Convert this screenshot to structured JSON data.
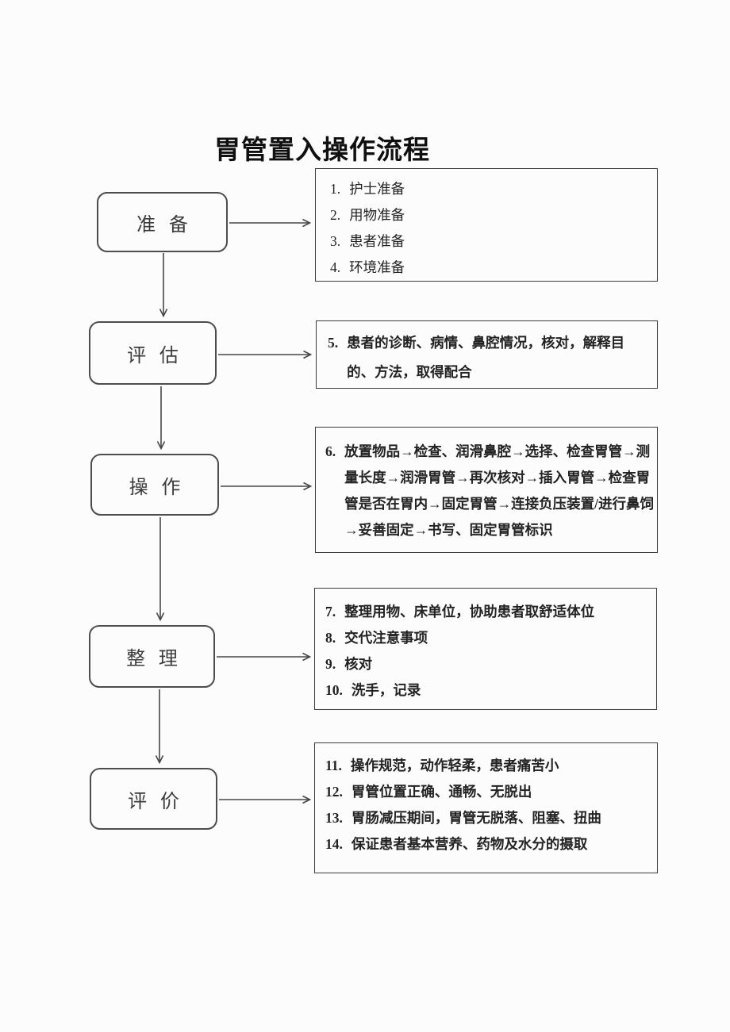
{
  "title": "胃管置入操作流程",
  "colors": {
    "line": "#474747",
    "text": "#232323",
    "paper": "#fcfcfc"
  },
  "flow": {
    "stages": [
      {
        "label": "准备",
        "details": [
          {
            "num": "1.",
            "text": "护士准备"
          },
          {
            "num": "2.",
            "text": "用物准备"
          },
          {
            "num": "3.",
            "text": "患者准备"
          },
          {
            "num": "4.",
            "text": "环境准备"
          }
        ]
      },
      {
        "label": "评估",
        "details": [
          {
            "num": "5.",
            "text": "患者的诊断、病情、鼻腔情况，核对，解释目的、方法，取得配合"
          }
        ]
      },
      {
        "label": "操作",
        "details": [
          {
            "num": "6.",
            "text": "放置物品→检查、润滑鼻腔→选择、检查胃管→测量长度→润滑胃管→再次核对→插入胃管→检查胃管是否在胃内→固定胃管→连接负压装置/进行鼻饲→妥善固定→书写、固定胃管标识"
          }
        ]
      },
      {
        "label": "整理",
        "details": [
          {
            "num": "7.",
            "text": "整理用物、床单位，协助患者取舒适体位"
          },
          {
            "num": "8.",
            "text": "交代注意事项"
          },
          {
            "num": "9.",
            "text": "核对"
          },
          {
            "num": "10.",
            "text": "洗手，记录"
          }
        ]
      },
      {
        "label": "评价",
        "details": [
          {
            "num": "11.",
            "text": "操作规范，动作轻柔，患者痛苦小"
          },
          {
            "num": "12.",
            "text": "胃管位置正确、通畅、无脱出"
          },
          {
            "num": "13.",
            "text": "胃肠减压期间，胃管无脱落、阻塞、扭曲"
          },
          {
            "num": "14.",
            "text": "保证患者基本营养、药物及水分的摄取"
          }
        ]
      }
    ]
  }
}
